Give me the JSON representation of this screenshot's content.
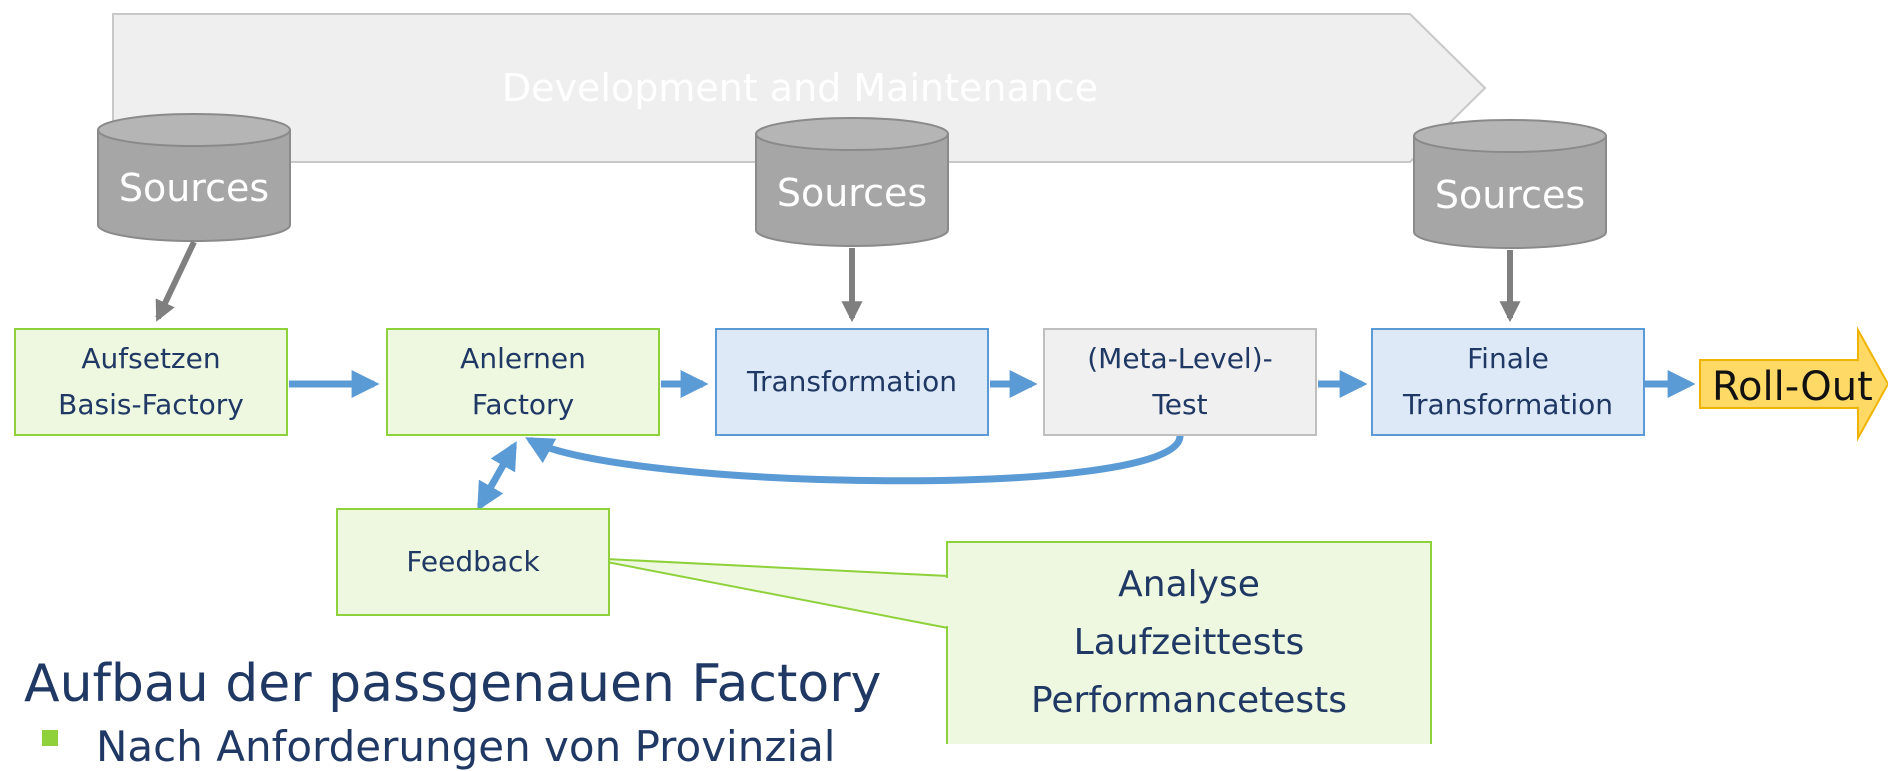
{
  "phase": {
    "label": "Development and Maintenance"
  },
  "sources": [
    {
      "label": "Sources"
    },
    {
      "label": "Sources"
    },
    {
      "label": "Sources"
    }
  ],
  "steps": [
    {
      "label": "Aufsetzen\nBasis-Factory"
    },
    {
      "label": "Anlernen\nFactory"
    },
    {
      "label": "Transformation"
    },
    {
      "label": "(Meta-Level)-\nTest"
    },
    {
      "label": "Finale\nTransformation"
    }
  ],
  "rollout": {
    "label": "Roll-Out"
  },
  "feedback": {
    "label": "Feedback"
  },
  "callout": {
    "label": "Analyse\nLaufzeittests\nPerformancetests"
  },
  "section": {
    "heading": "Aufbau der passgenauen Factory",
    "bullet": "Nach Anforderungen von Provinzial"
  },
  "colors": {
    "green_fill": "#eef7e0",
    "green_border": "#8fd13a",
    "blue_fill": "#dde9f6",
    "blue_border": "#5b9bd5",
    "gray_fill": "#f0f0f0",
    "gray_border": "#bfbfbf",
    "cylinder": "#a6a6a6",
    "arrow_blue": "#5b9bd5",
    "arrow_gray": "#7f7f7f",
    "rollout_fill": "#ffd966",
    "rollout_border": "#f0b400",
    "text": "#1f3864"
  }
}
